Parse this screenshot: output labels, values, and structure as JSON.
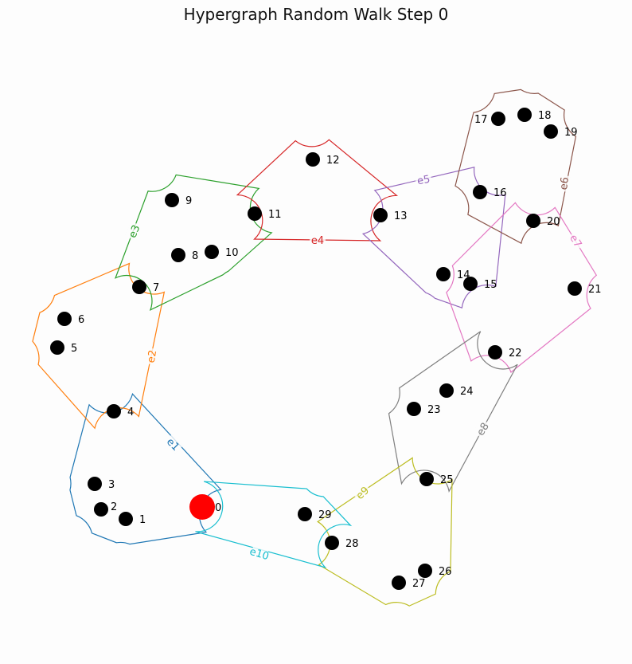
{
  "title": "Hypergraph Random Walk Step 0",
  "walk": {
    "step": 0,
    "current_node": "0",
    "current_color": "#ff0000"
  },
  "nodes": [
    "0",
    "1",
    "2",
    "3",
    "4",
    "5",
    "6",
    "7",
    "8",
    "9",
    "10",
    "11",
    "12",
    "13",
    "14",
    "15",
    "16",
    "17",
    "18",
    "19",
    "20",
    "21",
    "22",
    "23",
    "24",
    "25",
    "26",
    "27",
    "28",
    "29"
  ],
  "hyperedges": [
    {
      "label": "e1",
      "members": [
        0,
        1,
        2,
        3,
        4
      ],
      "color": "#1f77b4"
    },
    {
      "label": "e2",
      "members": [
        4,
        5,
        6,
        7
      ],
      "color": "#ff7f0e"
    },
    {
      "label": "e3",
      "members": [
        7,
        8,
        9,
        10,
        11
      ],
      "color": "#2ca02c"
    },
    {
      "label": "e4",
      "members": [
        11,
        12,
        13
      ],
      "color": "#d62728"
    },
    {
      "label": "e5",
      "members": [
        13,
        14,
        15,
        16
      ],
      "color": "#9467bd"
    },
    {
      "label": "e6",
      "members": [
        16,
        17,
        18,
        19,
        20
      ],
      "color": "#8c564b"
    },
    {
      "label": "e7",
      "members": [
        15,
        20,
        21,
        22
      ],
      "color": "#e377c2"
    },
    {
      "label": "e8",
      "members": [
        22,
        23,
        24,
        25
      ],
      "color": "#7f7f7f"
    },
    {
      "label": "e9",
      "members": [
        25,
        26,
        27,
        28
      ],
      "color": "#bcbd22"
    },
    {
      "label": "e10",
      "members": [
        0,
        28,
        29
      ],
      "color": "#17becf"
    }
  ]
}
